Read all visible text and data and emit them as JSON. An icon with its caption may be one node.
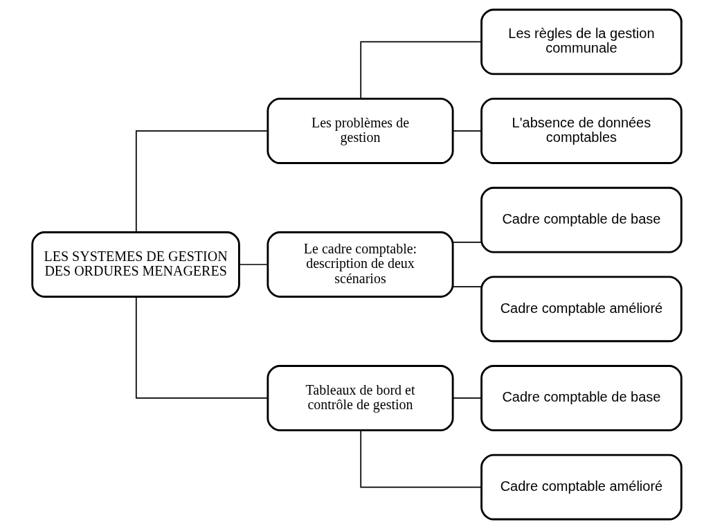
{
  "diagram": {
    "nodes": [
      {
        "text": [
          "LES SYSTEMES DE GESTION DES ORDURES MENAGERES"
        ]
      },
      {
        "text": [
          "Les problèmes de gestion"
        ]
      },
      {
        "text": [
          "Les règles de la gestion communale"
        ]
      },
      {
        "text": [
          "L'absence de données comptables"
        ]
      },
      {
        "text": [
          "Le cadre comptable: description de deux scénarios"
        ]
      },
      {
        "text": [
          "Cadre comptable de base"
        ]
      },
      {
        "text": [
          "Cadre comptable amélioré"
        ]
      },
      {
        "text": [
          "Tableaux de bord et contrôle de gestion"
        ]
      },
      {
        "text": [
          "Cadre comptable de base"
        ]
      },
      {
        "text": [
          "Cadre comptable amélioré"
        ]
      }
    ],
    "edges": [
      {
        "from": 0,
        "to": 1,
        "arrow": "none"
      },
      {
        "from": 0,
        "to": 4,
        "arrow": "none"
      },
      {
        "from": 0,
        "to": 7,
        "arrow": "none"
      },
      {
        "from": 1,
        "to": 2,
        "arrow": "none"
      },
      {
        "from": 1,
        "to": 3,
        "arrow": "none"
      },
      {
        "from": 4,
        "to": 5,
        "arrow": "none"
      },
      {
        "from": 4,
        "to": 6,
        "arrow": "none"
      },
      {
        "from": 7,
        "to": 8,
        "arrow": "none"
      },
      {
        "from": 7,
        "to": 9,
        "arrow": "none"
      }
    ]
  }
}
